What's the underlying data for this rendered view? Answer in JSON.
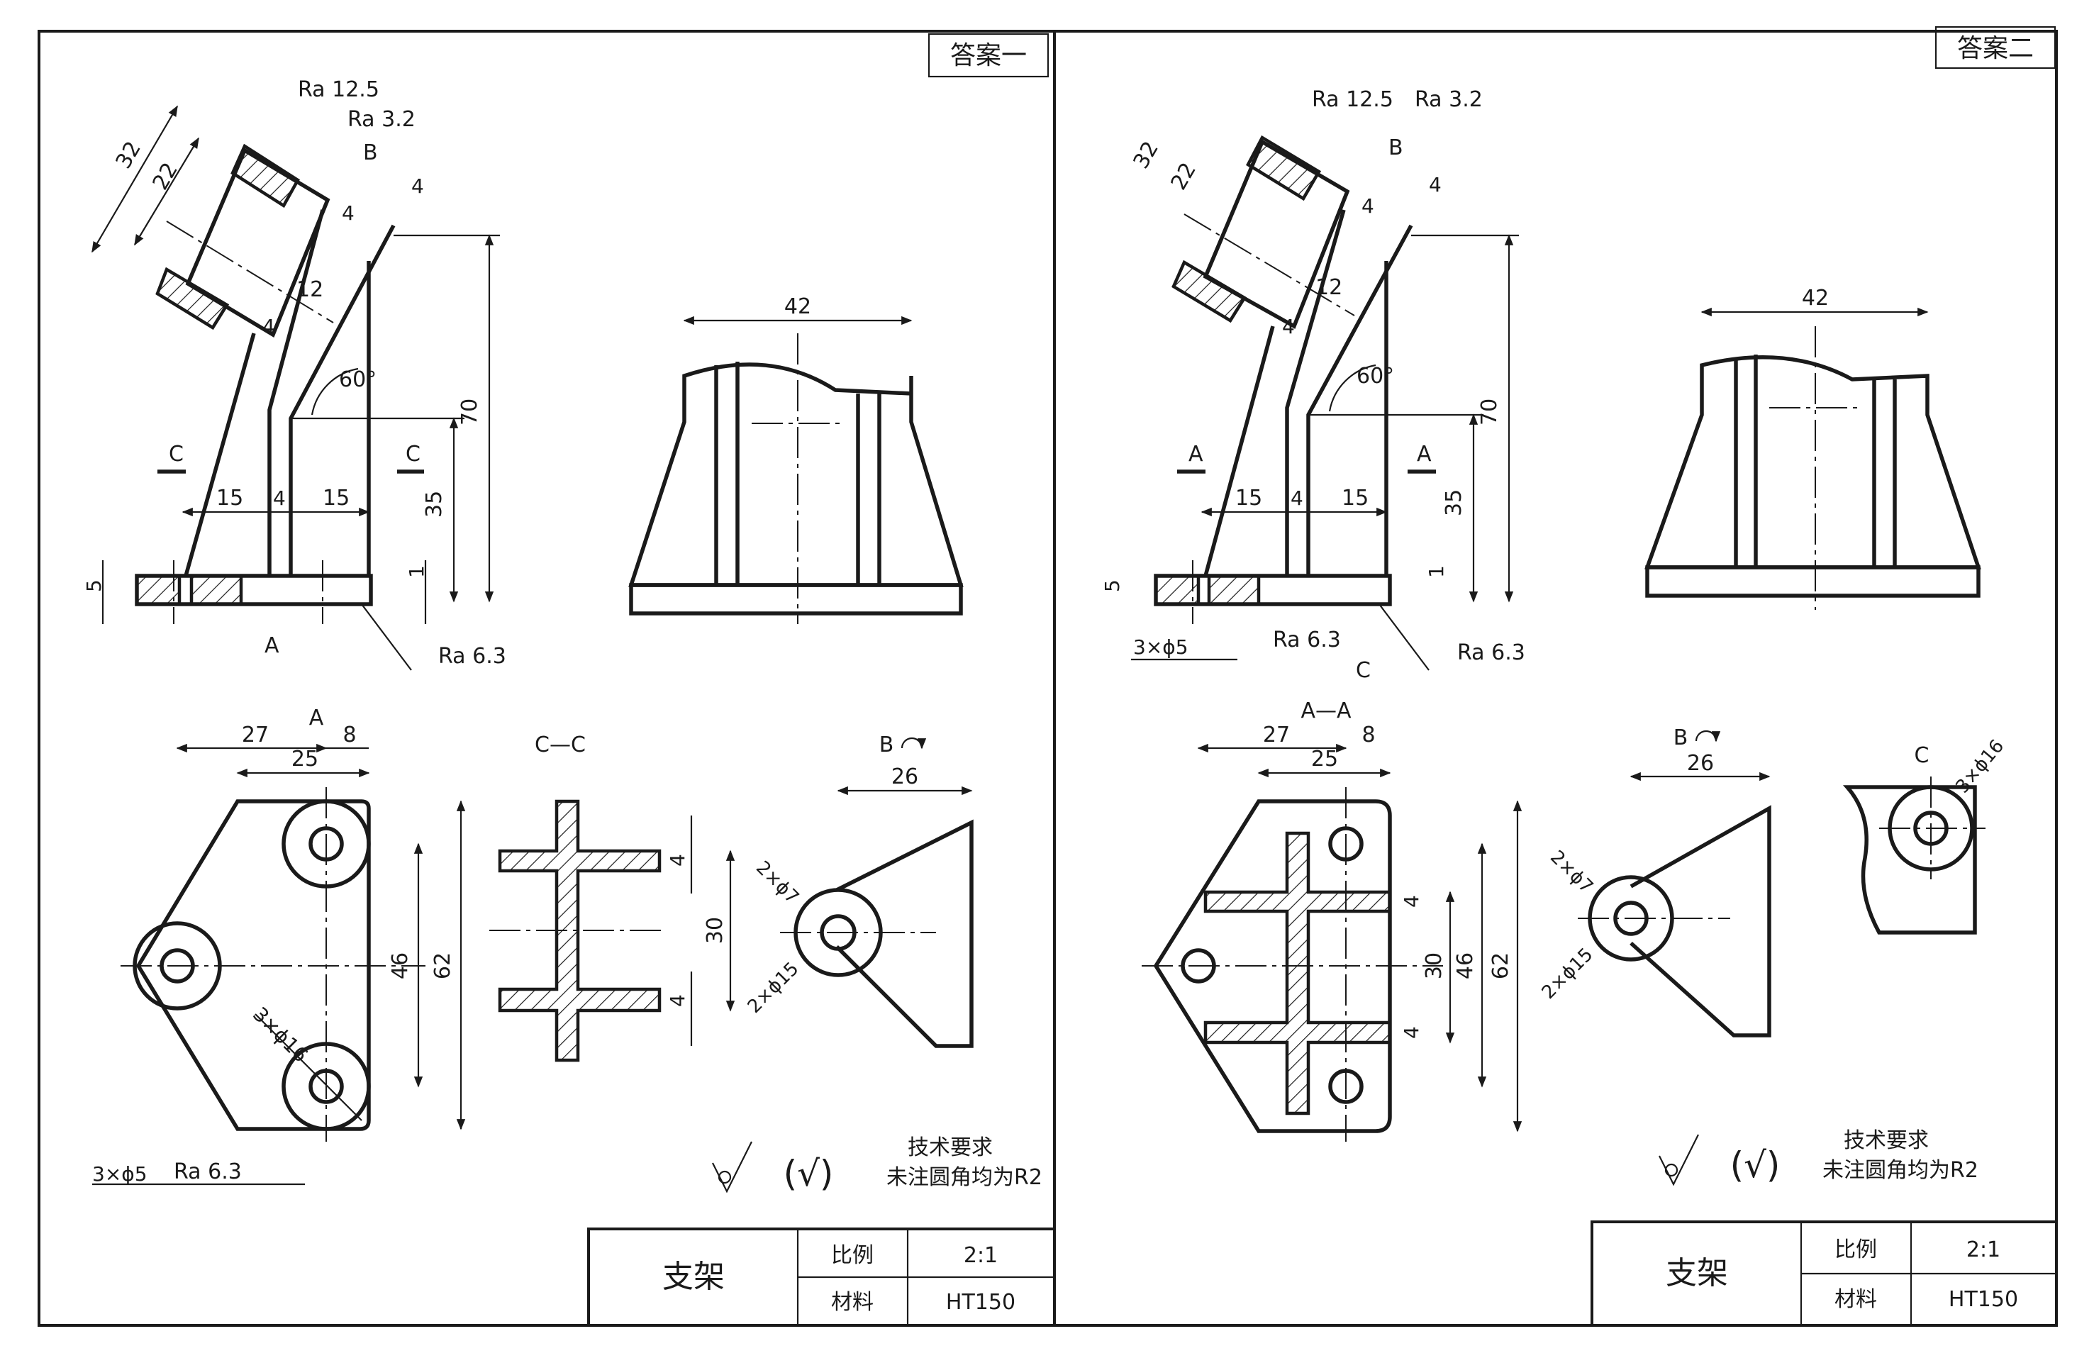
{
  "sheet": {
    "left": {
      "tag": "答案一",
      "main_view": {
        "roughness": [
          "Ra 12.5",
          "Ra 3.2",
          "Ra 6.3"
        ],
        "dims": [
          "32",
          "22",
          "4",
          "4",
          "12",
          "4",
          "60°",
          "70",
          "35",
          "15",
          "4",
          "15",
          "5",
          "1"
        ],
        "marks": [
          "B",
          "A",
          "C",
          "C"
        ]
      },
      "side_view": {
        "dims": [
          "42"
        ]
      },
      "view_a": {
        "title": "A",
        "dims": [
          "27",
          "8",
          "25",
          "46",
          "62",
          "3×ϕ16"
        ],
        "callout": "3×ϕ5",
        "ra": "Ra 6.3"
      },
      "section_cc": {
        "title": "C—C",
        "dims": [
          "4",
          "30",
          "4"
        ]
      },
      "view_b": {
        "title": "B",
        "dims": [
          "26",
          "2×ϕ7",
          "2×ϕ15"
        ]
      },
      "roughness_symbol": "(√)",
      "notes": {
        "title": "技术要求",
        "text": "未注圆角均为R2"
      },
      "title_block": {
        "name": "支架",
        "scale_label": "比例",
        "scale": "2:1",
        "material_label": "材料",
        "material": "HT150"
      }
    },
    "right": {
      "tag": "答案二",
      "main_view": {
        "roughness": [
          "Ra 12.5",
          "Ra 3.2",
          "Ra 6.3",
          "Ra 6.3"
        ],
        "dims": [
          "32",
          "22",
          "4",
          "4",
          "12",
          "4",
          "60°",
          "70",
          "35",
          "15",
          "4",
          "15",
          "5",
          "1"
        ],
        "marks": [
          "B",
          "C",
          "A",
          "A"
        ],
        "callout": "3×ϕ5"
      },
      "side_view": {
        "dims": [
          "42"
        ]
      },
      "section_aa": {
        "title": "A—A",
        "dims": [
          "27",
          "8",
          "25",
          "4",
          "30",
          "4",
          "46",
          "62"
        ]
      },
      "view_b": {
        "title": "B",
        "dims": [
          "26",
          "2×ϕ7",
          "2×ϕ15"
        ]
      },
      "view_c": {
        "title": "C",
        "dims": [
          "3×ϕ16"
        ]
      },
      "roughness_symbol": "(√)",
      "notes": {
        "title": "技术要求",
        "text": "未注圆角均为R2"
      },
      "title_block": {
        "name": "支架",
        "scale_label": "比例",
        "scale": "2:1",
        "material_label": "材料",
        "material": "HT150"
      }
    }
  }
}
